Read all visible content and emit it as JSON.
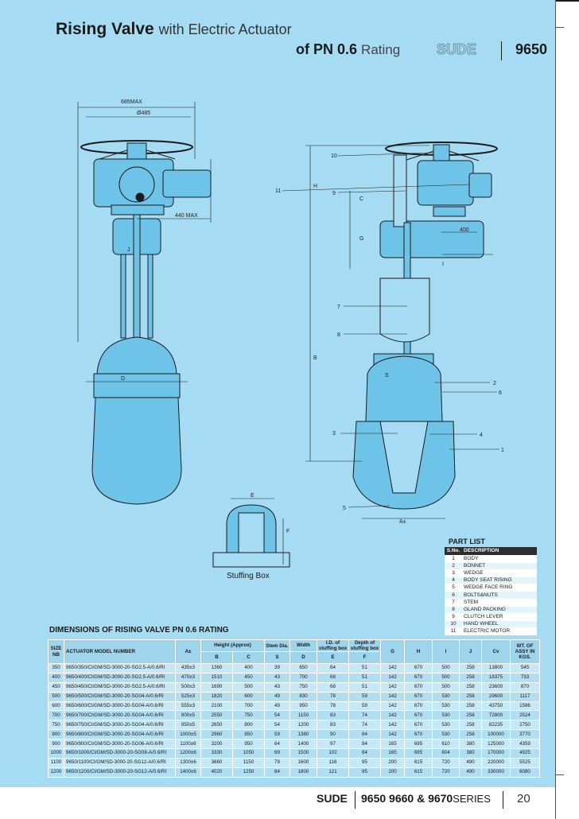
{
  "header": {
    "title_bold": "Rising Valve",
    "title_light": "with Electric Actuator",
    "subtitle_bold": "of PN 0.6",
    "subtitle_light": "Rating",
    "brand": "SUDE",
    "series_code": "9650"
  },
  "drawing": {
    "labels": {
      "max685": "685MAX",
      "d485": "Ø485",
      "max440": "440 MAX",
      "j": "J",
      "d": "D",
      "h": "H",
      "c": "C",
      "g": "G",
      "i": "I",
      "b": "B",
      "s": "S",
      "e": "E",
      "f": "F",
      "a": "A±",
      "dim400": "400",
      "p1": "1",
      "p2": "2",
      "p3": "3",
      "p4": "4",
      "p5": "5",
      "p6": "6",
      "p7": "7",
      "p8": "8",
      "p9": "9",
      "p10": "10",
      "p11": "11"
    },
    "stuffing_box_caption": "Stuffing Box"
  },
  "part_list": {
    "title": "PART LIST",
    "headers": [
      "S.No.",
      "DESCRIPTION"
    ],
    "rows": [
      [
        "1",
        "BODY"
      ],
      [
        "2",
        "BONNET"
      ],
      [
        "3",
        "WEDGE"
      ],
      [
        "4",
        "BODY SEAT RISING"
      ],
      [
        "5",
        "WEDGE FACE RING"
      ],
      [
        "6",
        "BOLTS&NUTS"
      ],
      [
        "7",
        "STEM"
      ],
      [
        "8",
        "GLAND PACKING"
      ],
      [
        "9",
        "CLUTCH LEVER"
      ],
      [
        "10",
        "HAND WHEEL"
      ],
      [
        "11",
        "ELECTRIC MOTOR"
      ]
    ]
  },
  "dimensions": {
    "title": "DIMENSIONS OF RISING VALVE PN 0.6 RATING",
    "headers": {
      "size": "SIZE NB",
      "model": "ACTUATOR MODEL NUMBER",
      "a": "A±",
      "height": "Height (Approx)",
      "b": "B",
      "c": "C",
      "stem_top": "Stem Dia.",
      "stem": "S",
      "width_top": "Width",
      "width": "D",
      "id_top": "I.D. of stuffing box",
      "id": "E",
      "depth_top": "Depth of stuffing box",
      "depth": "F",
      "g": "G",
      "h": "H",
      "i": "I",
      "j": "J",
      "cv": "Cv",
      "wt": "WT. OF ASSY IN KGS."
    },
    "rows": [
      [
        "350",
        "9650/350/CI/GM/SD-3000-20-SG2.5-A/0.6/RI",
        "435±3",
        "1360",
        "400",
        "39",
        "650",
        "64",
        "51",
        "142",
        "670",
        "500",
        "258",
        "13800",
        "545"
      ],
      [
        "400",
        "9650/400/CI/GM/SD-3000-20-SG2.5-A/0.6/RI",
        "470±3",
        "1510",
        "450",
        "43",
        "700",
        "68",
        "51",
        "142",
        "670",
        "500",
        "258",
        "18375",
        "733"
      ],
      [
        "450",
        "9650/450/CI/GM/SD-3000-20-SG2.5-A/0.6/RI",
        "500±3",
        "1690",
        "500",
        "43",
        "750",
        "68",
        "51",
        "142",
        "670",
        "500",
        "258",
        "23600",
        "870"
      ],
      [
        "500",
        "9650/500/CI/GM/SD-3000-20-SG04-A/0.6/RI",
        "525±3",
        "1820",
        "600",
        "49",
        "830",
        "78",
        "59",
        "142",
        "670",
        "530",
        "258",
        "29600",
        "1117"
      ],
      [
        "600",
        "9650/600/CI/GM/SD-3000-20-SG04-A/0.6/RI",
        "555±3",
        "2100",
        "700",
        "49",
        "950",
        "78",
        "59",
        "142",
        "670",
        "530",
        "258",
        "43750",
        "1586"
      ],
      [
        "700",
        "9650/700/CI/GM/SD-3000-20-SG04-A/0.6/RI",
        "900±5",
        "2550",
        "750",
        "54",
        "1150",
        "83",
        "74",
        "142",
        "670",
        "530",
        "258",
        "72800",
        "2524"
      ],
      [
        "750",
        "9650/750/CI/GM/SD-3000-20-SG04-A/0.6/RI",
        "950±5",
        "2650",
        "800",
        "54",
        "1200",
        "83",
        "74",
        "142",
        "670",
        "530",
        "258",
        "82235",
        "2750"
      ],
      [
        "800",
        "9650/800/CI/GM/SD-3000-20-SG04-A/0.6/RI",
        "1000±5",
        "2960",
        "850",
        "59",
        "1380",
        "90",
        "84",
        "142",
        "670",
        "530",
        "258",
        "100000",
        "3770"
      ],
      [
        "900",
        "9650/900/CI/GM/SD-3000-20-SG06-A/0.6/RI",
        "1100±6",
        "3200",
        "950",
        "64",
        "1400",
        "97",
        "84",
        "165",
        "695",
        "610",
        "380",
        "125000",
        "4359"
      ],
      [
        "1000",
        "9650/1000/CI/GM/SD-3000-20-SG08-A/0.6/RI",
        "1200±6",
        "3330",
        "1050",
        "69",
        "1500",
        "102",
        "84",
        "165",
        "695",
        "604",
        "380",
        "170000",
        "4925"
      ],
      [
        "1100",
        "9650/1100/CI/GM/SD-3000-20-SG12-A/0.6/RI",
        "1300±6",
        "3660",
        "1150",
        "79",
        "1600",
        "116",
        "95",
        "200",
        "615",
        "720",
        "490",
        "220000",
        "5525"
      ],
      [
        "1200",
        "9650/1200/CI/GM/SD-3000-20-SG12-A/0.6/RI",
        "1400±6",
        "4020",
        "1250",
        "84",
        "1800",
        "121",
        "95",
        "200",
        "615",
        "720",
        "490",
        "330000",
        "6080"
      ]
    ]
  },
  "footer": {
    "brand": "SUDE",
    "series_bold": "9650 9660 & 9670",
    "series_light": "SERIES",
    "page_number": "20"
  }
}
